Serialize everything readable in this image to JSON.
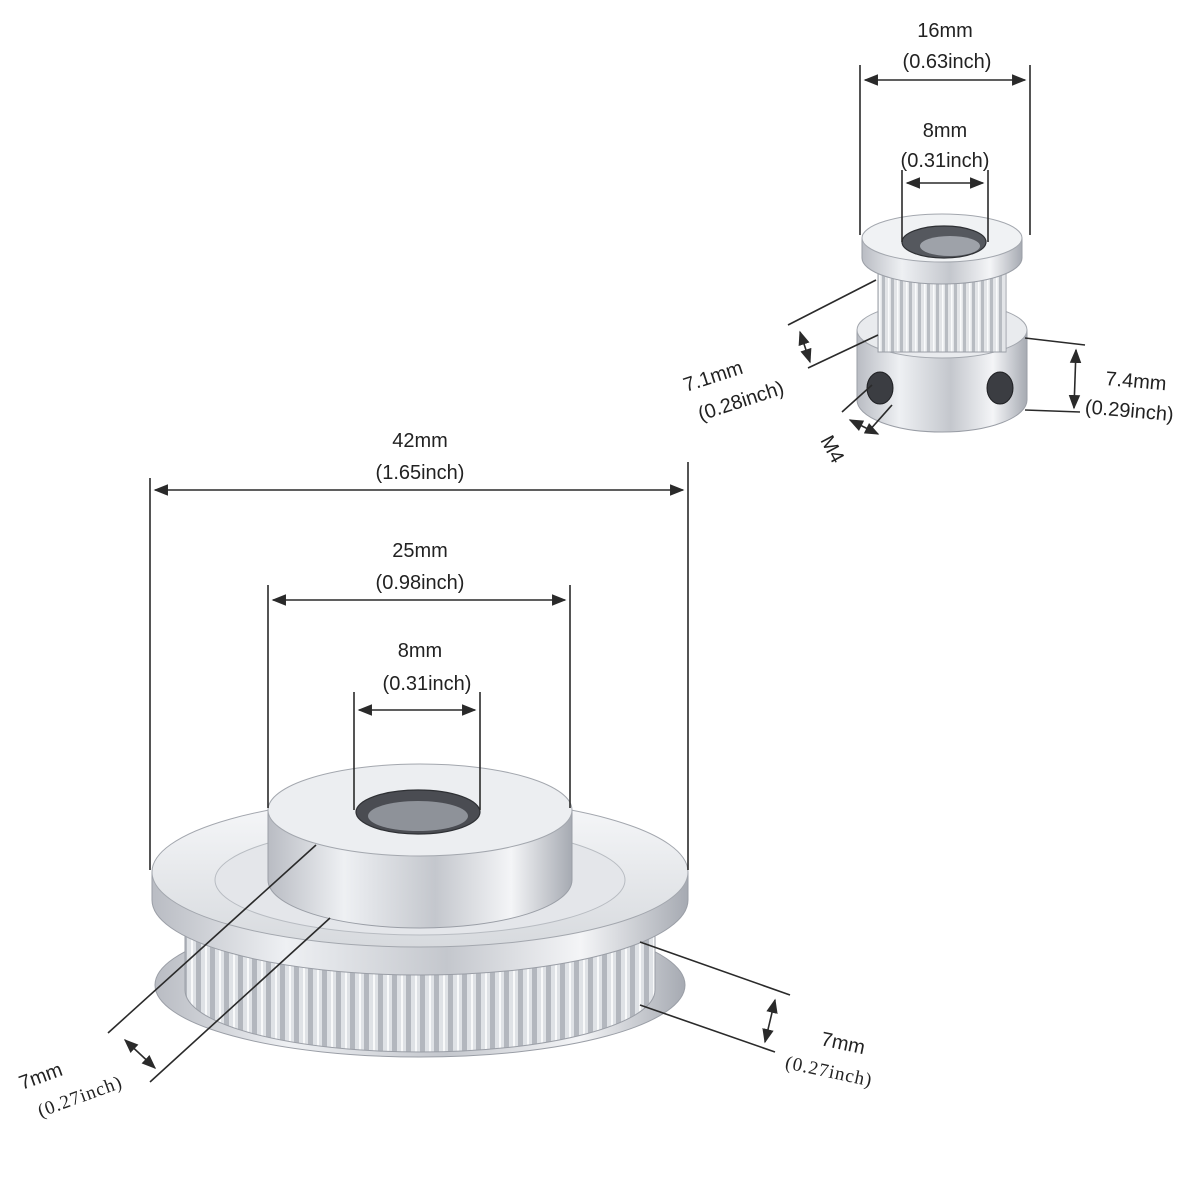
{
  "small_pulley": {
    "outer_diameter": {
      "mm": "16mm",
      "inch": "(0.63inch)"
    },
    "bore": {
      "mm": "8mm",
      "inch": "(0.31inch)"
    },
    "belt_width": {
      "mm": "7.1mm",
      "inch": "(0.28inch)"
    },
    "hub_height": {
      "mm": "7.4mm",
      "inch": "(0.29inch)"
    },
    "set_screw": "M4"
  },
  "large_pulley": {
    "outer_diameter": {
      "mm": "42mm",
      "inch": "(1.65inch)"
    },
    "hub_diameter": {
      "mm": "25mm",
      "inch": "(0.98inch)"
    },
    "bore": {
      "mm": "8mm",
      "inch": "(0.31inch)"
    },
    "tooth_width_left": {
      "mm": "7mm",
      "inch": "(0.27inch)"
    },
    "tooth_width_right": {
      "mm": "7mm",
      "inch": "(0.27inch)"
    }
  },
  "colors": {
    "metal_light": "#f2f3f5",
    "metal_mid": "#c9ccd2",
    "metal_dark": "#8d9199",
    "hole": "#3b3d42",
    "ink": "#2a2a2a"
  }
}
